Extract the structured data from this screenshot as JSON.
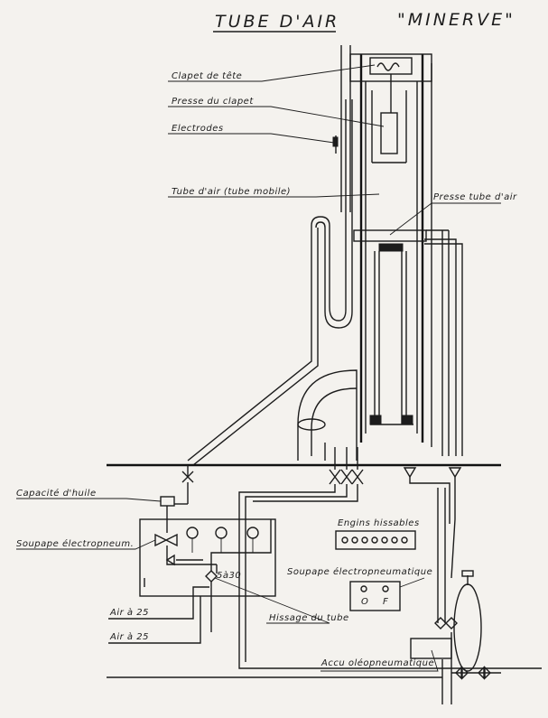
{
  "title": "TUBE D'AIR",
  "subtitle": "\"MINERVE\"",
  "labels": {
    "clapet_tete": "Clapet de tête",
    "presse_clapet": "Presse du clapet",
    "electrodes": "Electrodes",
    "tube_air": "Tube d'air (tube mobile)",
    "presse_tube": "Presse tube d'air",
    "capacite_huile": "Capacité d'huile",
    "soupape_electropneum": "Soupape électropneum.",
    "engins_hissables": "Engins hissables",
    "soupape_electropneumatique": "Soupape électropneumatique",
    "switch_o": "O",
    "switch_f": "F",
    "pressure": "5à30",
    "hissage_tube": "Hissage du tube",
    "air_1": "Air à 25",
    "air_2": "Air à 25",
    "accu": "Accu oléopneumatique"
  }
}
